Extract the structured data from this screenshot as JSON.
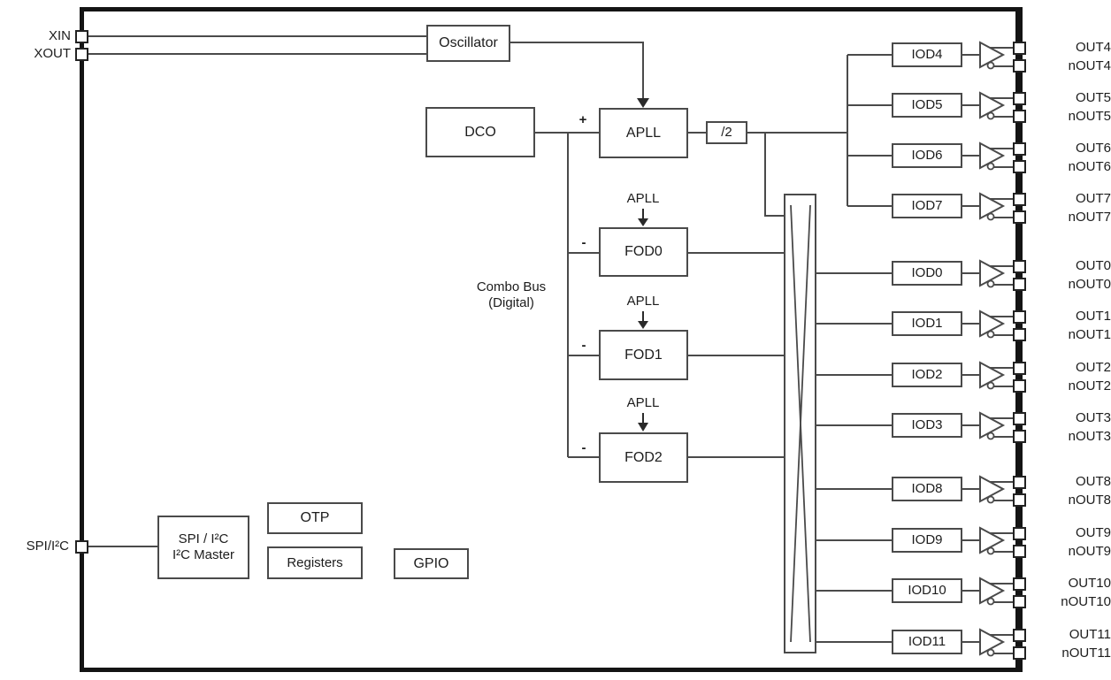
{
  "left_pins": {
    "xin": "XIN",
    "xout": "XOUT",
    "spi": "SPI/I²C"
  },
  "blocks": {
    "oscillator": "Oscillator",
    "dco": "DCO",
    "apll": "APLL",
    "divider": "/2",
    "fod0": "FOD0",
    "fod1": "FOD1",
    "fod2": "FOD2",
    "spi_line1": "SPI / I²C",
    "spi_line2": "I²C Master",
    "otp": "OTP",
    "registers": "Registers",
    "gpio": "GPIO"
  },
  "annotations": {
    "plus": "+",
    "minus": "-",
    "apll_feed": "APLL",
    "combo_bus_line1": "Combo Bus",
    "combo_bus_line2": "(Digital)"
  },
  "outputs": [
    {
      "iod": "IOD4",
      "out": "OUT4",
      "nout": "nOUT4"
    },
    {
      "iod": "IOD5",
      "out": "OUT5",
      "nout": "nOUT5"
    },
    {
      "iod": "IOD6",
      "out": "OUT6",
      "nout": "nOUT6"
    },
    {
      "iod": "IOD7",
      "out": "OUT7",
      "nout": "nOUT7"
    },
    {
      "iod": "IOD0",
      "out": "OUT0",
      "nout": "nOUT0"
    },
    {
      "iod": "IOD1",
      "out": "OUT1",
      "nout": "nOUT1"
    },
    {
      "iod": "IOD2",
      "out": "OUT2",
      "nout": "nOUT2"
    },
    {
      "iod": "IOD3",
      "out": "OUT3",
      "nout": "nOUT3"
    },
    {
      "iod": "IOD8",
      "out": "OUT8",
      "nout": "nOUT8"
    },
    {
      "iod": "IOD9",
      "out": "OUT9",
      "nout": "nOUT9"
    },
    {
      "iod": "IOD10",
      "out": "OUT10",
      "nout": "nOUT10"
    },
    {
      "iod": "IOD11",
      "out": "OUT11",
      "nout": "nOUT11"
    }
  ],
  "colors": {
    "wire": "#4a4a4a",
    "chip_border": "#141414",
    "text": "#1c1c1c",
    "background": "#ffffff"
  }
}
